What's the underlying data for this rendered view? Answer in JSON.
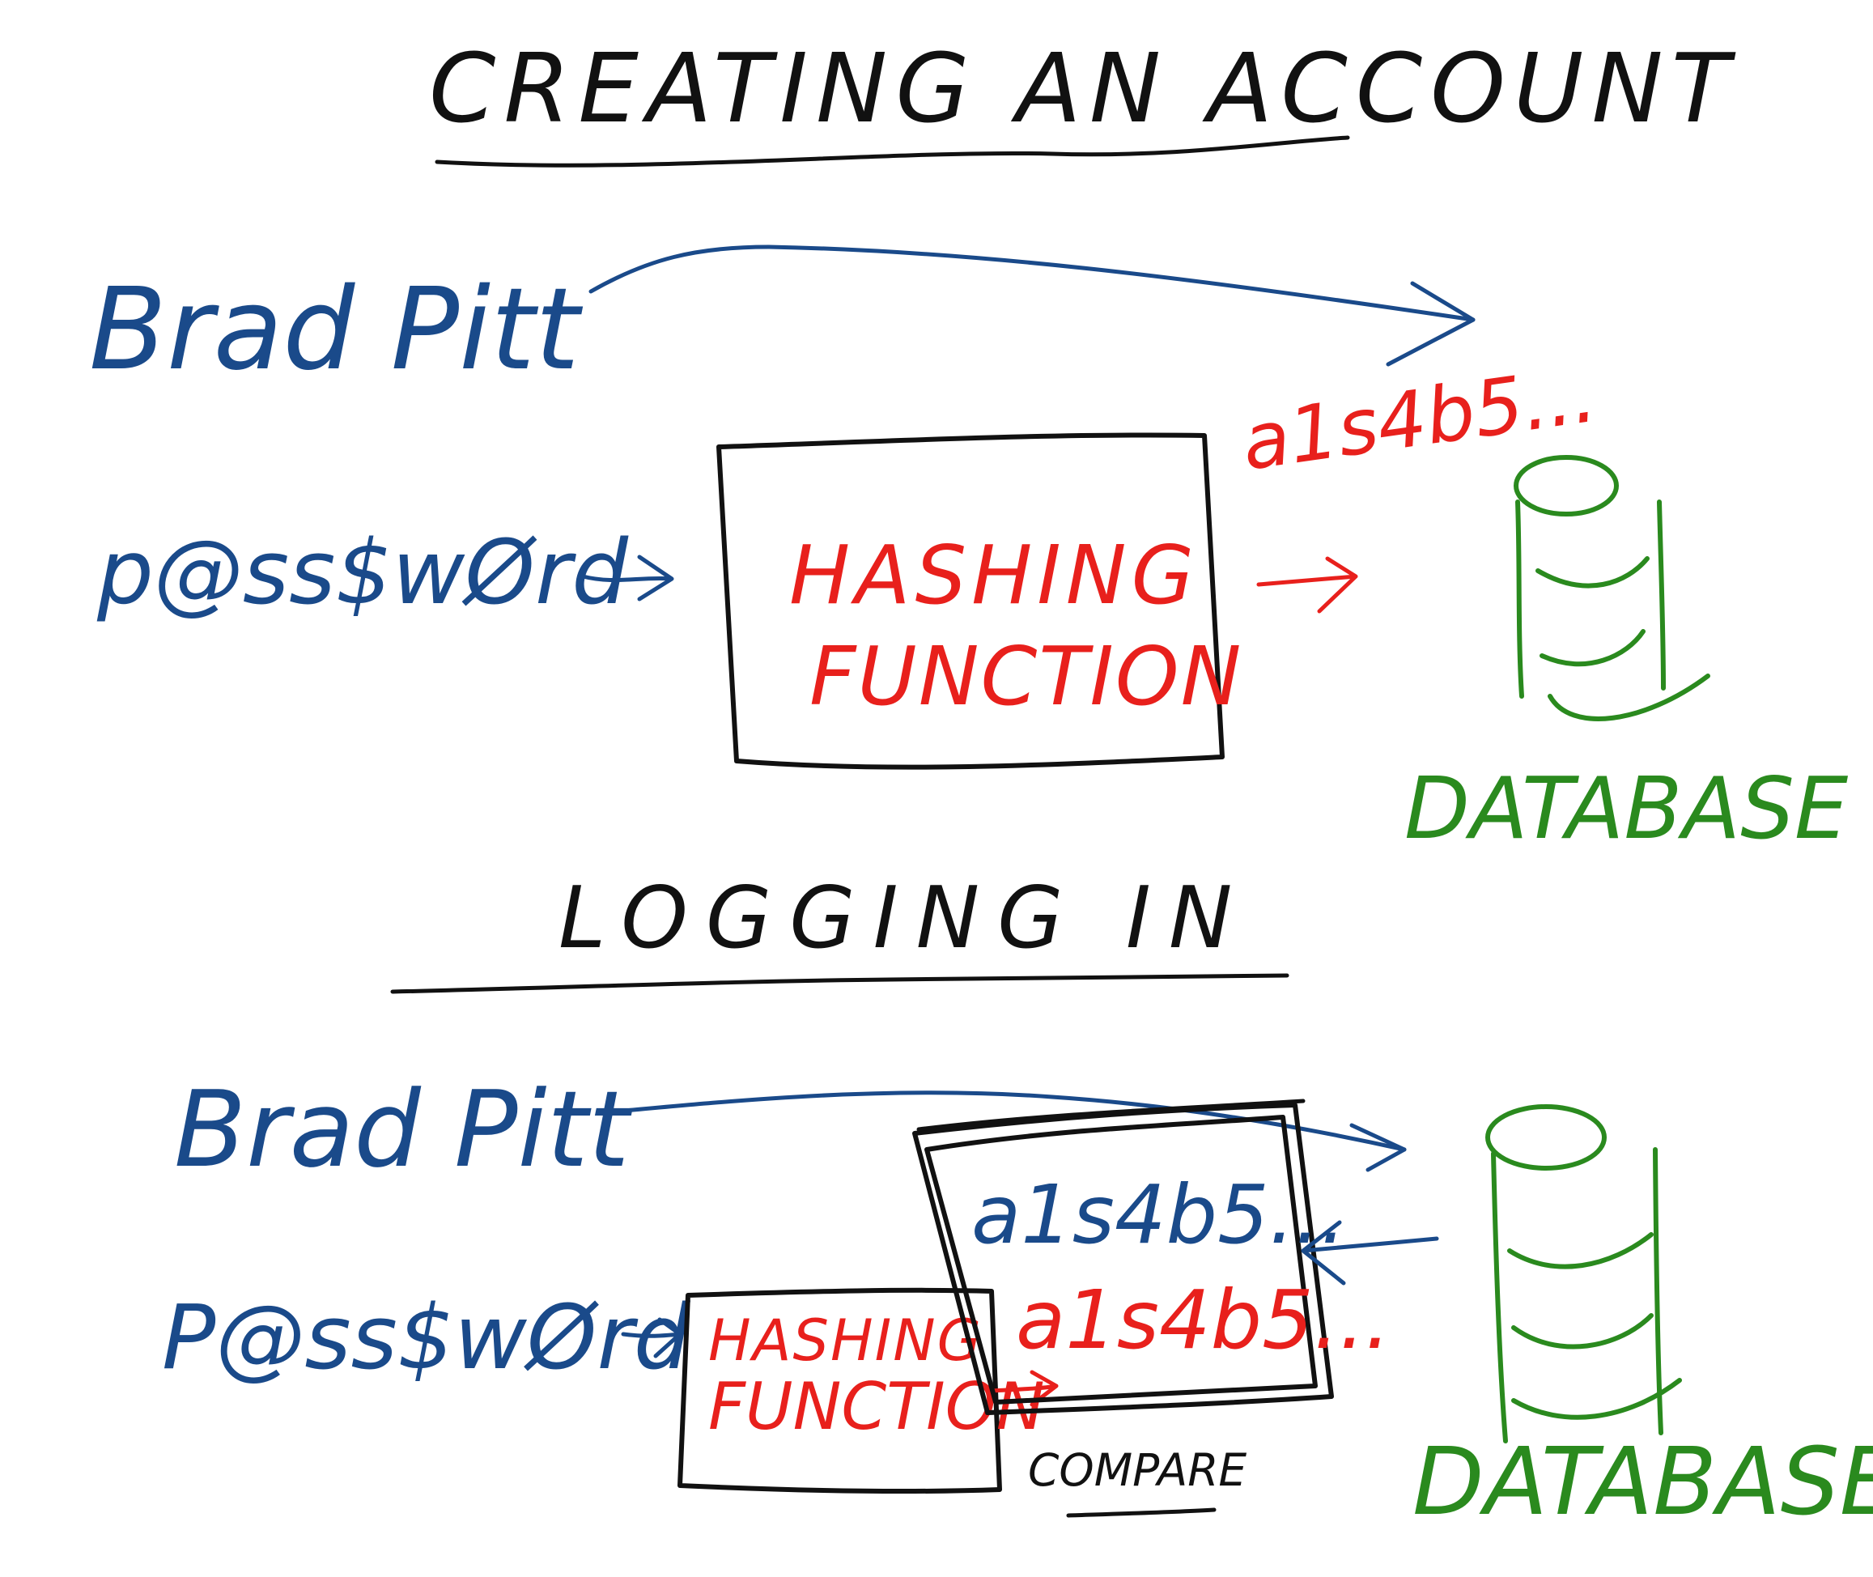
{
  "colors": {
    "ink": "#111111",
    "blue": "#1a4a8a",
    "red": "#e8201c",
    "green": "#2a8a1e",
    "background": "#ffffff"
  },
  "creating": {
    "title": "CREATING AN ACCOUNT",
    "username": "Brad Pitt",
    "password": "p@ss$wØrd",
    "function_line1": "HASHING",
    "function_line2": "FUNCTION",
    "hash": "a1s4b5...",
    "database": "DATABASE"
  },
  "logging": {
    "title": "LOGGING IN",
    "username": "Brad Pitt",
    "password": "P@ss$wØrd",
    "function_line1": "HASHING",
    "function_line2": "FUNCTION",
    "stored_hash": "a1s4b5...",
    "computed_hash": "a1s4b5...",
    "compare": "COMPARE",
    "database": "DATABASE"
  }
}
